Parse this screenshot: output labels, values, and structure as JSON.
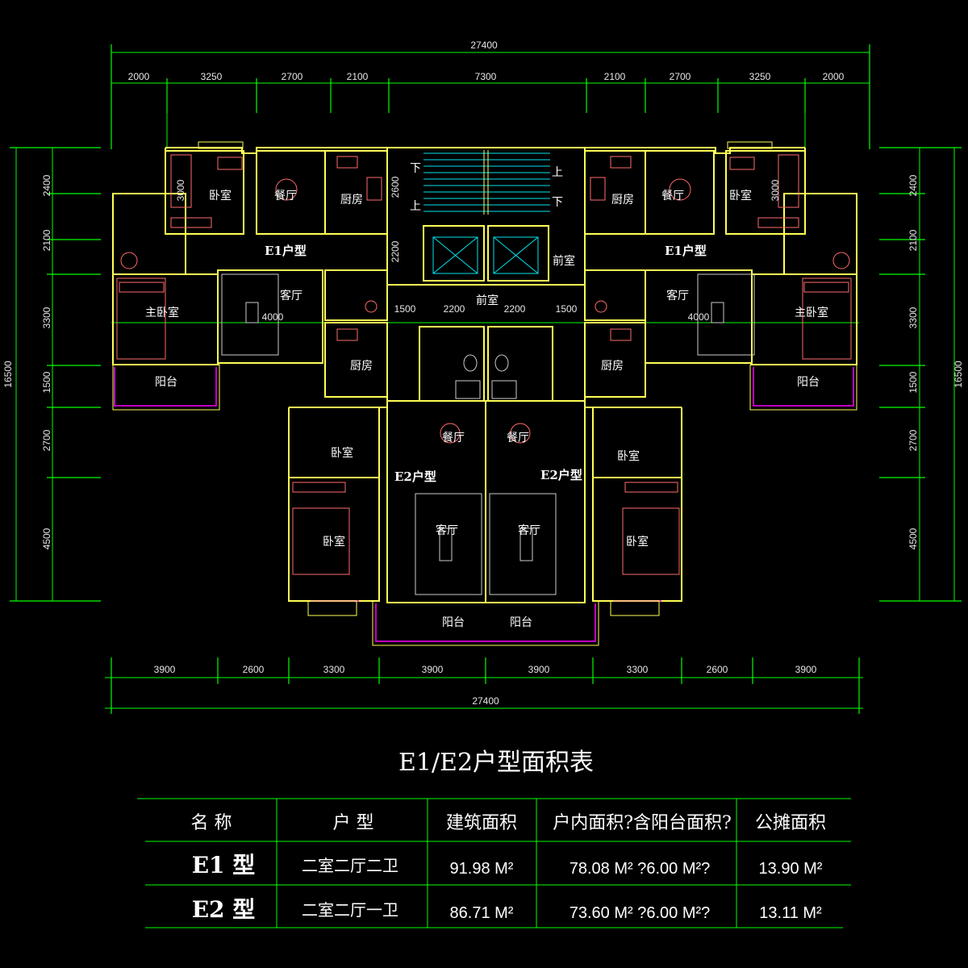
{
  "dimensions": {
    "top_total": "27400",
    "top_segments": [
      "2000",
      "3250",
      "2700",
      "2100",
      "7300",
      "2100",
      "2700",
      "3250",
      "2000"
    ],
    "bottom_segments": [
      "3900",
      "2600",
      "3300",
      "3900",
      "3900",
      "3300",
      "2600",
      "3900"
    ],
    "bottom_total": "27400",
    "left_total": "16500",
    "left_segments": [
      "2400",
      "2100",
      "3300",
      "1500",
      "2700",
      "4500"
    ],
    "right_total": "16500",
    "right_segments": [
      "2400",
      "2100",
      "3300",
      "1500",
      "2700",
      "4500"
    ],
    "inner": [
      "2600",
      "2200",
      "1500",
      "2200",
      "2200",
      "1500",
      "4000",
      "4000",
      "3000",
      "3000"
    ]
  },
  "rooms": {
    "bedroom": "卧室",
    "dining": "餐厅",
    "kitchen": "厨房",
    "living": "客厅",
    "master_bedroom": "主卧室",
    "balcony": "阳台",
    "front_hall": "前室",
    "down": "下",
    "up": "上"
  },
  "units": {
    "e1": "E1户型",
    "e2": "E2户型"
  },
  "area_table": {
    "title": "E1/E2户型面积表",
    "headers": [
      "名 称",
      "户 型",
      "建筑面积",
      "户内面积?含阳台面积?",
      "公摊面积"
    ],
    "rows": [
      {
        "name": "E1 型",
        "layout": "二室二厅二卫",
        "building_area": "91.98 M²",
        "indoor_area": "78.08 M² ?6.00 M²?",
        "shared_area": "13.90 M²"
      },
      {
        "name": "E2 型",
        "layout": "二室二厅一卫",
        "building_area": "86.71 M²",
        "indoor_area": "73.60 M² ?6.00 M²?",
        "shared_area": "13.11 M²"
      }
    ]
  },
  "colors": {
    "dimension_lines": "#00ff00",
    "walls": "#ffff55",
    "furniture": "#ff6b6b",
    "stairs_elevator": "#00e5ee",
    "balcony_rail": "#ff00ff"
  }
}
